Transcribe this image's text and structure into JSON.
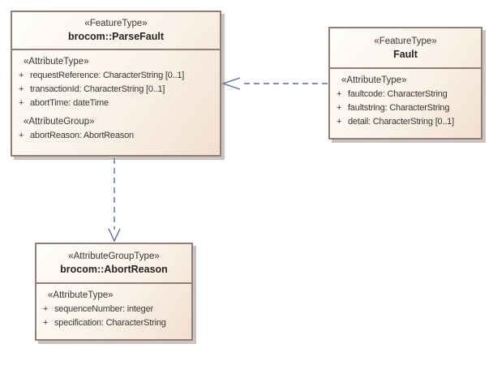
{
  "diagram": {
    "type": "uml-class-diagram",
    "colors": {
      "connector": "#5d6b97",
      "box_border": "#917e79",
      "box_fill_light": "#fefdfb",
      "box_fill_dark": "#f2e0d0",
      "text": "#3a3633"
    }
  },
  "boxes": {
    "parse_fault": {
      "stereotype": "«FeatureType»",
      "name": "brocom::ParseFault",
      "sections": [
        {
          "stereotype": "«AttributeType»",
          "rows": [
            {
              "vis": "+",
              "text": "requestReference: CharacterString [0..1]"
            },
            {
              "vis": "+",
              "text": "transactionId: CharacterString [0..1]"
            },
            {
              "vis": "+",
              "text": "abortTime: dateTime"
            }
          ]
        },
        {
          "stereotype": "«AttributeGroup»",
          "rows": [
            {
              "vis": "+",
              "text": "abortReason: AbortReason"
            }
          ]
        }
      ]
    },
    "fault": {
      "stereotype": "«FeatureType»",
      "name": "Fault",
      "sections": [
        {
          "stereotype": "«AttributeType»",
          "rows": [
            {
              "vis": "+",
              "text": "faultcode: CharacterString"
            },
            {
              "vis": "+",
              "text": "faultstring: CharacterString"
            },
            {
              "vis": "+",
              "text": "detail: CharacterString [0..1]"
            }
          ]
        }
      ]
    },
    "abort_reason": {
      "stereotype": "«AttributeGroupType»",
      "name": "brocom::AbortReason",
      "sections": [
        {
          "stereotype": "«AttributeType»",
          "rows": [
            {
              "vis": "+",
              "text": "sequenceNumber: integer"
            },
            {
              "vis": "+",
              "text": "specification: CharacterString"
            }
          ]
        }
      ]
    }
  },
  "connectors": [
    {
      "from": "Fault",
      "to": "brocom::ParseFault",
      "style": "dashed-dependency"
    },
    {
      "from": "brocom::ParseFault",
      "to": "brocom::AbortReason",
      "style": "dashed-dependency"
    }
  ]
}
